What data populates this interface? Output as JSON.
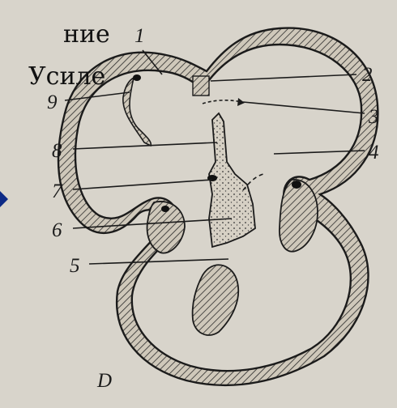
{
  "figure": {
    "letter": "D",
    "caption_lines": [
      "ние",
      "Усиле"
    ],
    "labels": [
      {
        "id": "1",
        "text": "1"
      },
      {
        "id": "2",
        "text": "2"
      },
      {
        "id": "3",
        "text": "3"
      },
      {
        "id": "4",
        "text": "4"
      },
      {
        "id": "5",
        "text": "5"
      },
      {
        "id": "6",
        "text": "6"
      },
      {
        "id": "7",
        "text": "7"
      },
      {
        "id": "8",
        "text": "8"
      },
      {
        "id": "9",
        "text": "9"
      }
    ]
  },
  "colors": {
    "background": "#d8d4cb",
    "wall_fill": "#c9c3b6",
    "ink": "#1b1b1b",
    "marker": "#0d2a86"
  }
}
